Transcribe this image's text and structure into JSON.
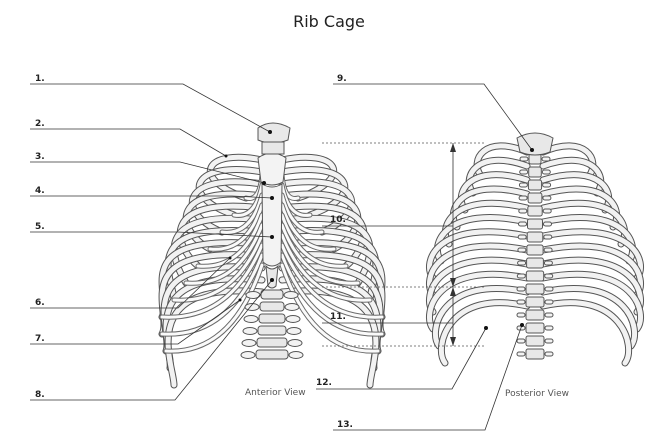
{
  "title": "Rib Cage",
  "labels": [
    "1.",
    "2.",
    "3.",
    "4.",
    "5.",
    "6.",
    "7.",
    "8.",
    "9.",
    "10.",
    "11.",
    "12.",
    "13."
  ],
  "captions": {
    "anterior": "Anterior View",
    "posterior": "Posterior View"
  }
}
